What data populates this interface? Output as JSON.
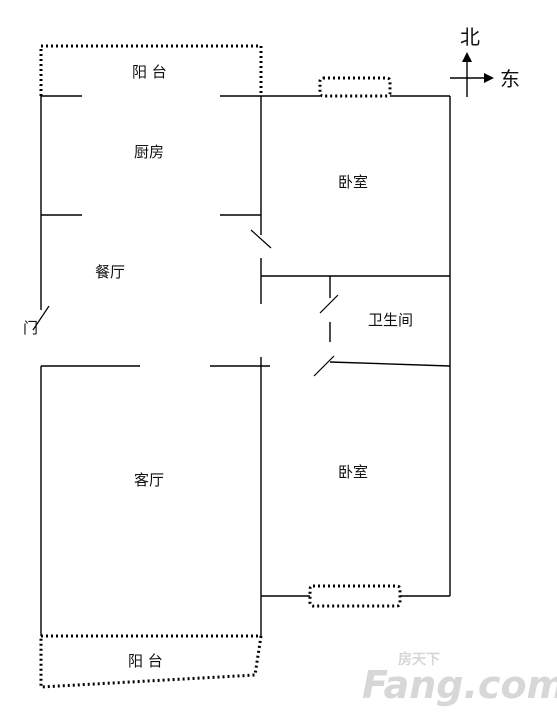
{
  "compass": {
    "north": "北",
    "east": "东"
  },
  "rooms": {
    "balcony_top": "阳 台",
    "kitchen": "厨房",
    "dining": "餐厅",
    "door": "门",
    "bedroom_north": "卧室",
    "bathroom": "卫生间",
    "living": "客厅",
    "bedroom_south": "卧室",
    "balcony_bottom": "阳 台"
  },
  "watermark": {
    "brand_cn": "房天下",
    "brand_en": "Fang.com"
  }
}
